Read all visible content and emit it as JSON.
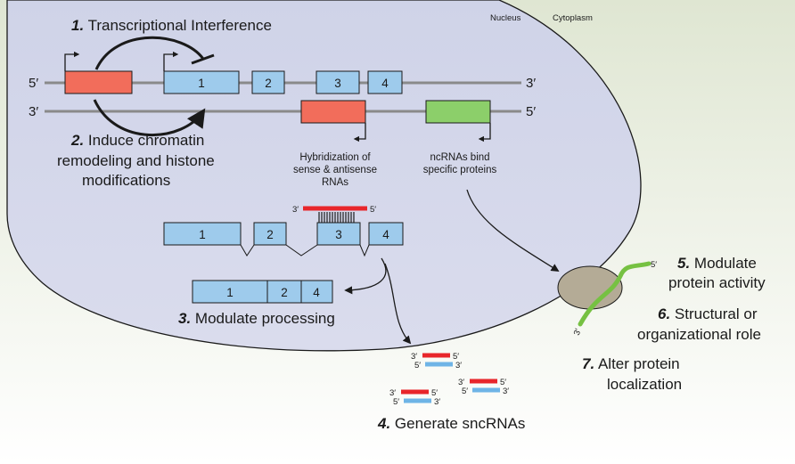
{
  "regions": {
    "nucleus": "Nucleus",
    "cytoplasm": "Cytoplasm"
  },
  "strand_ends": {
    "top_left": "5′",
    "top_right": "3′",
    "bottom_left": "3′",
    "bottom_right": "5′"
  },
  "exons": [
    "1",
    "2",
    "3",
    "4"
  ],
  "mechanisms": {
    "m1": {
      "num": "1.",
      "text": " Transcriptional Interference"
    },
    "m2": {
      "num": "2.",
      "line1": " Induce chromatin",
      "line2": "remodeling and histone",
      "line3": "modifications"
    },
    "m3": {
      "num": "3.",
      "text": " Modulate processing"
    },
    "m4": {
      "num": "4.",
      "text": " Generate sncRNAs"
    },
    "m5": {
      "num": "5.",
      "line1": " Modulate",
      "line2": "protein activity"
    },
    "m6": {
      "num": "6.",
      "line1": " Structural or",
      "line2": "organizational role"
    },
    "m7": {
      "num": "7.",
      "line1": " Alter protein",
      "line2": "localization"
    }
  },
  "captions": {
    "hybrid": [
      "Hybridization of",
      "sense & antisense",
      "RNAs"
    ],
    "bind": [
      "ncRNAs bind",
      "specific proteins"
    ]
  },
  "duplex_labels": {
    "three": "3′",
    "five": "5′"
  },
  "colors": {
    "nucleus": "#d4d8ea",
    "cytoplasm": "#e6ecdd",
    "exon": "#9ecbec",
    "sense_red": "#f26d5b",
    "antisense_green": "#8ccf6a",
    "rna_red": "#e8262b",
    "rna_blue": "#6eb4e6",
    "protein": "#b4ab96",
    "ncrna_green": "#76c142"
  }
}
